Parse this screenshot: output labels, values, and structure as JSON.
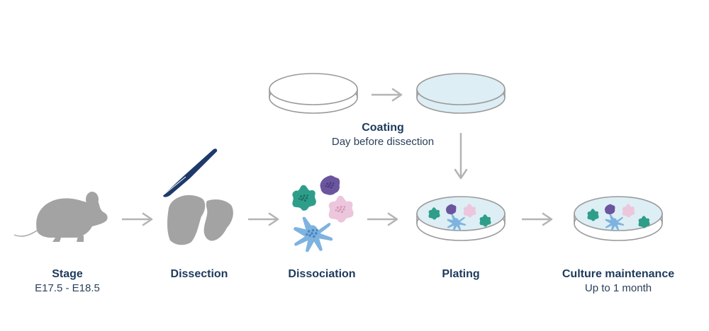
{
  "steps": {
    "stage": {
      "title": "Stage",
      "subtitle": "E17.5 - E18.5"
    },
    "dissection": {
      "title": "Dissection"
    },
    "dissociation": {
      "title": "Dissociation"
    },
    "plating": {
      "title": "Plating"
    },
    "culture": {
      "title": "Culture maintenance",
      "subtitle": "Up to 1 month"
    },
    "coating": {
      "title": "Coating",
      "subtitle": "Day before dissection"
    }
  },
  "colors": {
    "silhouette": "#a3a3a3",
    "arrow": "#b4b4b4",
    "dish_outline": "#9a9a9a",
    "coating_fill": "#ddeef4",
    "scalpel": "#1d3a6a",
    "cell_teal": "#2e9e8a",
    "cell_purple": "#6a559e",
    "cell_pink": "#ecc6dc",
    "cell_blue": "#7eb3e0",
    "text_title": "#1d3a5c"
  }
}
